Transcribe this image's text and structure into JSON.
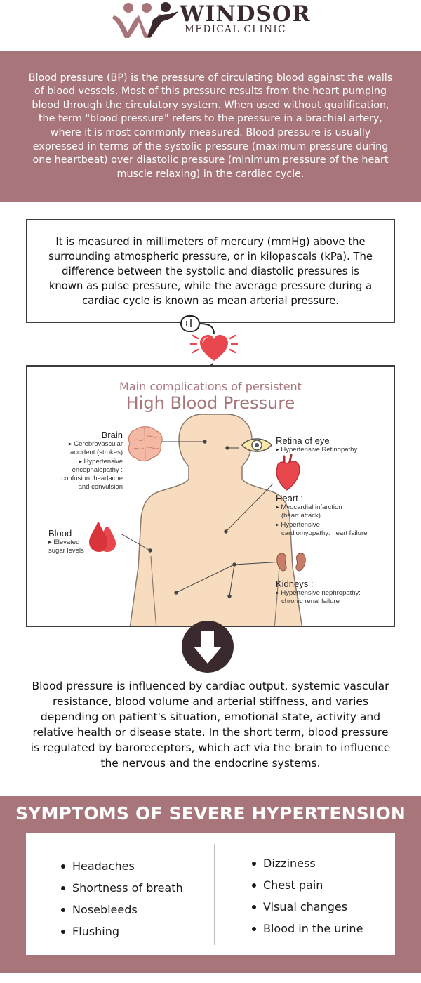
{
  "logo": {
    "name": "WINDSOR",
    "subtitle": "MEDICAL CLINIC"
  },
  "intro": "Blood pressure (BP) is the pressure of circulating blood against the walls of blood vessels. Most of this pressure results from the heart pumping blood through the circulatory system. When used without qualification, the term \"blood pressure\" refers to the pressure in a brachial artery, where it is most commonly measured. Blood pressure is usually expressed in terms of the systolic pressure (maximum pressure during one heartbeat) over diastolic pressure (minimum pressure of the heart muscle relaxing) in the cardiac cycle.",
  "measurement": "It is measured in millimeters of mercury (mmHg) above the surrounding atmospheric pressure, or in kilopascals (kPa). The difference between the systolic and diastolic pressures is known as pulse pressure, while the average pressure during a cardiac cycle is known as mean arterial pressure.",
  "complications": {
    "subtitle": "Main complications of persistent",
    "title": "High Blood Pressure",
    "brain": {
      "heading": "Brain",
      "lines": [
        "▸ Cerebrovascular",
        "accident (strokes)",
        "▸ Hypertensive",
        "encephalopathy :",
        "confusion, headache",
        "and convulsion"
      ]
    },
    "retina": {
      "heading": "Retina of eye",
      "lines": [
        "▸ Hypertensive Retinopathy"
      ]
    },
    "heart": {
      "heading": "Heart :",
      "lines": [
        "▸ Myocardial infarction",
        "(heart attack)",
        "▸ Hypertensive",
        "cardiomyopathy: heart failure"
      ]
    },
    "blood": {
      "heading": "Blood",
      "lines": [
        "▸ Elevated",
        "sugar levels"
      ]
    },
    "kidneys": {
      "heading": "Kidneys :",
      "lines": [
        "▸ Hypertensive nephropathy:",
        "chronic renal failure"
      ]
    }
  },
  "influence": "Blood pressure is influenced by cardiac output, systemic vascular resistance, blood volume and arterial stiffness, and varies depending on patient's situation, emotional state, activity and relative health or disease state. In the short term, blood pressure is regulated by baroreceptors, which act via the brain to influence the nervous and the endocrine systems.",
  "symptoms": {
    "title": "SYMPTOMS OF SEVERE HYPERTENSION",
    "left": [
      "Headaches",
      "Shortness of breath",
      "Nosebleeds",
      "Flushing"
    ],
    "right": [
      "Dizziness",
      "Chest pain",
      "Visual changes",
      "Blood in the urine"
    ]
  },
  "colors": {
    "accent": "#a8767a",
    "dark": "#3a2a2d",
    "heart": "#e8474d",
    "skin": "#f7dcc0"
  },
  "icons": [
    "logo-mark-icon",
    "heart-monitor-icon",
    "brain-icon",
    "eye-icon",
    "heart-organ-icon",
    "blood-drops-icon",
    "kidneys-icon",
    "down-arrow-icon"
  ]
}
